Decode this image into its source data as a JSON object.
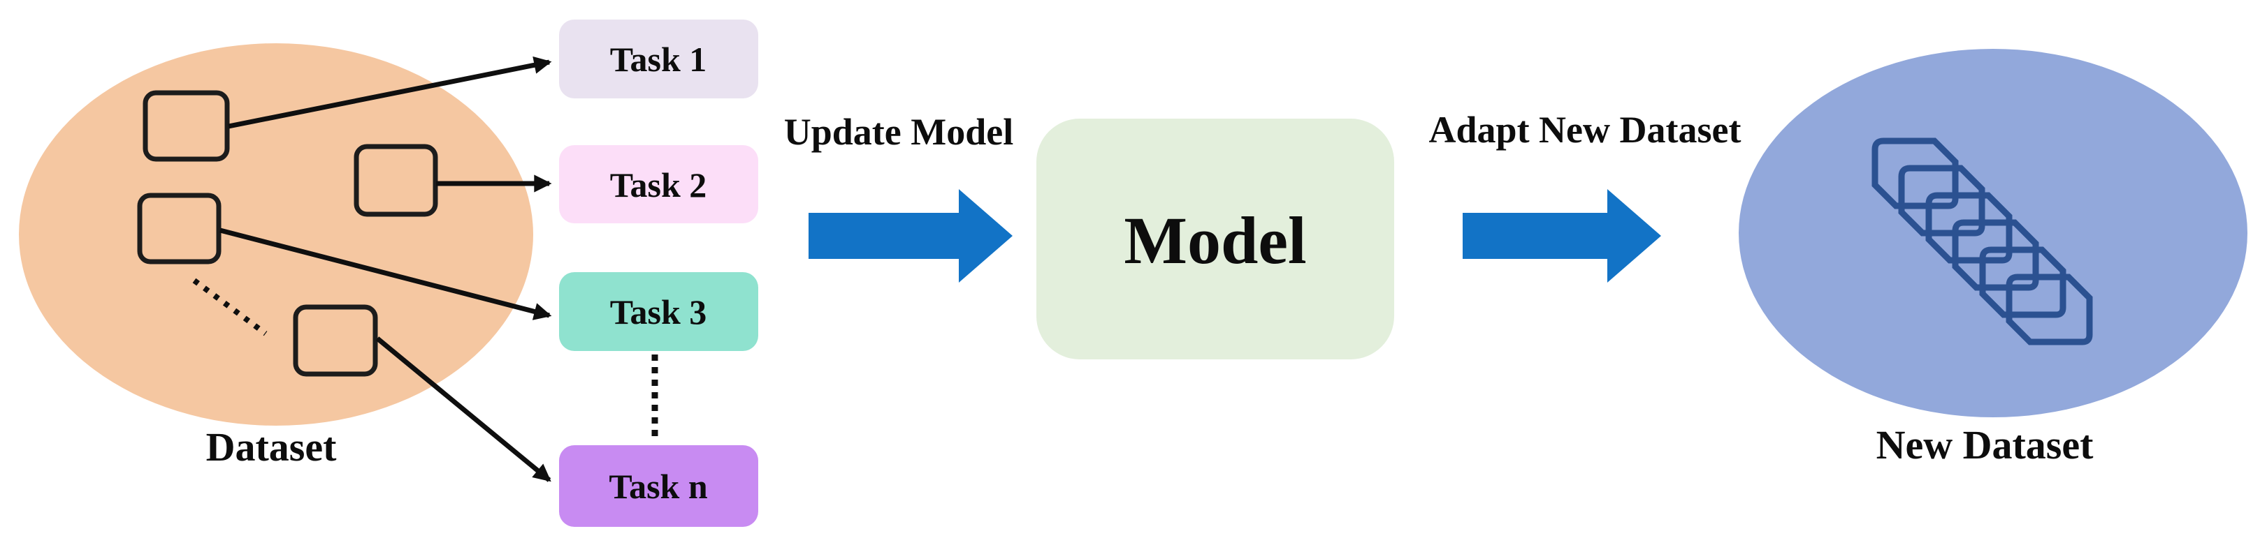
{
  "dataset": {
    "label": "Dataset"
  },
  "new_dataset": {
    "label": "New Dataset"
  },
  "tasks": [
    {
      "label": "Task 1"
    },
    {
      "label": "Task 2"
    },
    {
      "label": "Task 3"
    },
    {
      "label": "Task n"
    }
  ],
  "update_arrow": {
    "label": "Update Model"
  },
  "adapt_arrow": {
    "label": "Adapt New Dataset"
  },
  "model": {
    "label": "Model"
  },
  "icons": {
    "new_dataset_icon": "stacked-data-frames-icon"
  },
  "colors": {
    "dataset_ellipse_fill": "#f5c7a1",
    "sample_box_stroke": "#1c1c1c",
    "connector_black": "#0f0f0f",
    "task1_fill": "#e9e2f0",
    "task2_fill": "#fcdef8",
    "task3_fill": "#8fe2cf",
    "taskn_fill": "#c88bf2",
    "model_fill": "#e3efdc",
    "block_arrow_blue": "#1273c6",
    "new_dataset_ellipse_fill": "#92a8db",
    "new_dataset_icon_stroke": "#2b5191"
  }
}
